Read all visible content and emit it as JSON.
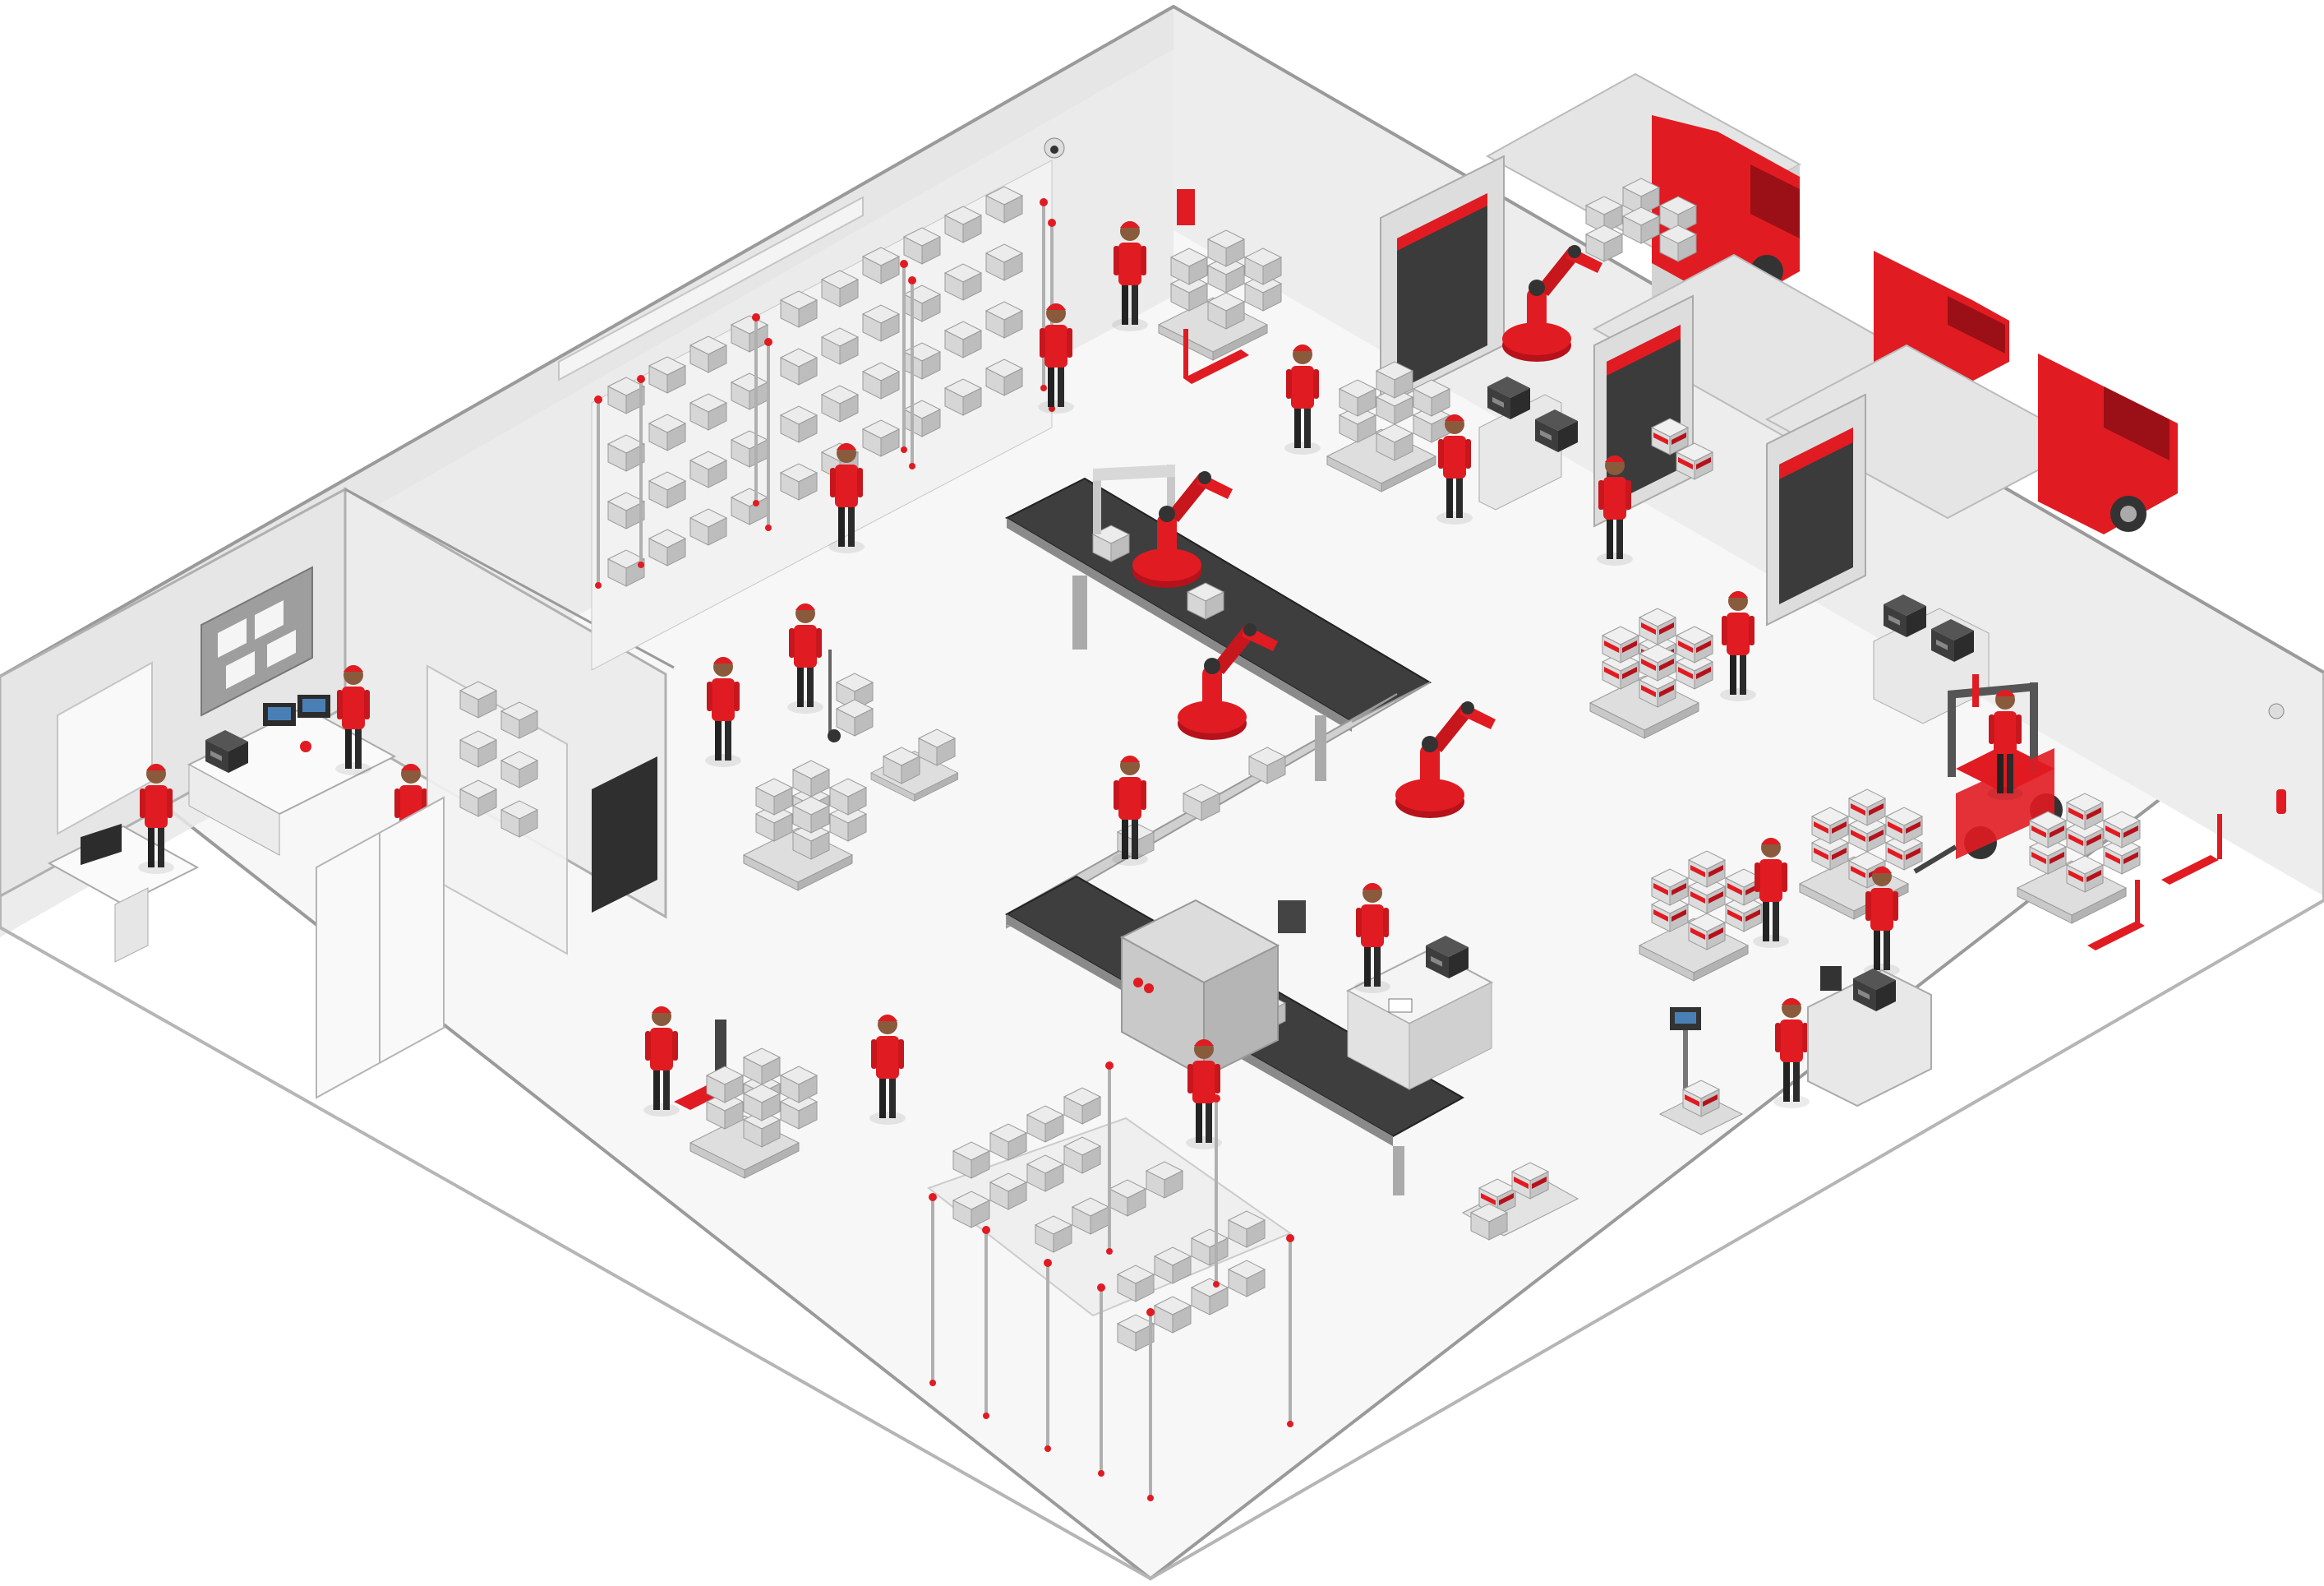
{
  "scene": {
    "kind": "isometric-warehouse-illustration",
    "colors": {
      "accent": "#e11b22",
      "accent_dark": "#b5121b",
      "floor": "#f6f6f6",
      "wall": "#e4e4e4",
      "wall_dark": "#cfcfcf",
      "outline": "#9a9a9a",
      "box": "#d9d9d9",
      "box_shade": "#bdbdbd",
      "dark": "#333333",
      "skin": "#8a5a3c"
    },
    "areas": [
      "office",
      "storage-room",
      "shelving-racks",
      "conveyor-line",
      "packing-stations",
      "loading-docks",
      "forklift-zone",
      "pallet-staging"
    ],
    "trucks_count": 3,
    "robot_arms_count": 4,
    "workers_count": 20
  }
}
